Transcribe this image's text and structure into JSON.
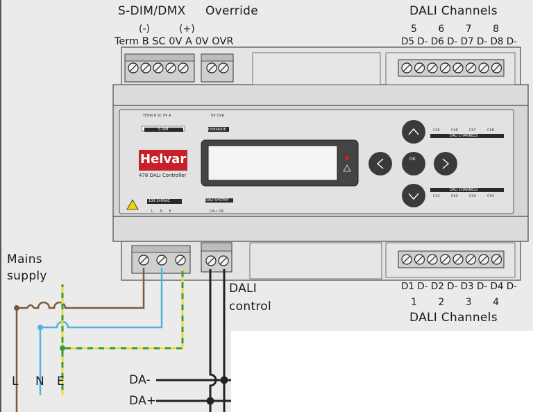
{
  "top_labels": {
    "sdim_dmx": "S-DIM/DMX",
    "override": "Override",
    "dali_channels_top": "DALI Channels",
    "minus": "(-)",
    "plus": "(+)",
    "terminals_left": "Term B SC 0V A 0V OVR",
    "ch_nums_top": "5 6 7 8",
    "terminals_right_top": "D5 D- D6 D- D7 D- D8 D-"
  },
  "bottom_labels": {
    "terminals_right_bottom": "D1 D- D2 D- D3 D- D4 D-",
    "ch_nums_bottom": "1 2 3 4",
    "dali_channels_bottom": "DALI Channels",
    "dali_control_1": "DALI",
    "dali_control_2": "control",
    "mains_1": "Mains",
    "mains_2": "supply",
    "L": "L",
    "N": "N",
    "E": "E",
    "da_minus": "DA-",
    "da_plus": "DA+"
  },
  "device": {
    "brand": "Helvar",
    "model": "478 DALI Controller",
    "panel_sdim_terms": "TERM B SC 0V A",
    "panel_sdim": "S DIM",
    "panel_ovr_terms": "0V OVR",
    "panel_override": "OVERRIDE",
    "panel_mains": "100-240VAC",
    "panel_mains_terms": "L N E",
    "panel_dali_system": "DALI SYSTEM",
    "panel_dali_terms": "DA+ DA-",
    "panel_dali_ch_8": "DALI CHANNELS",
    "panel_dali_ch_4": "DALI CHANNELS",
    "ch_top": [
      "Ch5",
      "Ch6",
      "Ch7",
      "Ch8"
    ],
    "ch_bottom": [
      "Ch1",
      "Ch2",
      "Ch3",
      "Ch4"
    ],
    "ok": "OK"
  },
  "colors": {
    "live": "#7a5a3a",
    "neutral": "#4fb3e0",
    "earth_green": "#3a9a3a",
    "earth_yellow": "#e8dc3a",
    "dali": "#222222",
    "brand_red": "#c8202a"
  }
}
